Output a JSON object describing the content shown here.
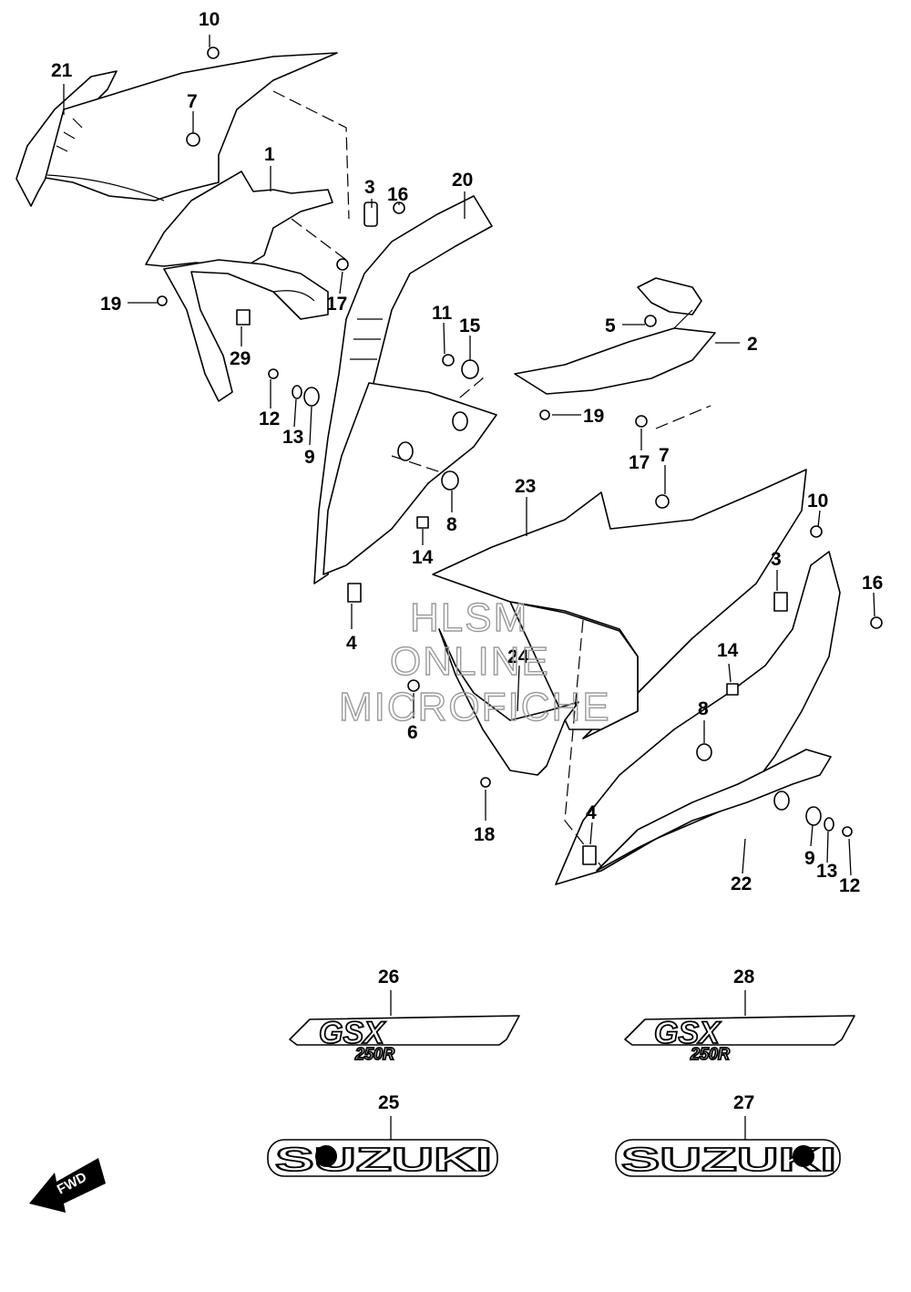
{
  "callouts": {
    "c21": "21",
    "c10a": "10",
    "c7a": "7",
    "c1": "1",
    "c3a": "3",
    "c16a": "16",
    "c20": "20",
    "c19a": "19",
    "c17a": "17",
    "c29": "29",
    "c12a": "12",
    "c13a": "13",
    "c9a": "9",
    "c11": "11",
    "c15": "15",
    "c5": "5",
    "c2": "2",
    "c19b": "19",
    "c17b": "17",
    "c7b": "7",
    "c23": "23",
    "c8a": "8",
    "c14a": "14",
    "c4a": "4",
    "c10b": "10",
    "c3b": "3",
    "c16b": "16",
    "c24": "24",
    "c6": "6",
    "c14b": "14",
    "c8b": "8",
    "c18": "18",
    "c4b": "4",
    "c9b": "9",
    "c13b": "13",
    "c12b": "12",
    "c22": "22",
    "c26": "26",
    "c28": "28",
    "c25": "25",
    "c27": "27"
  },
  "watermark": {
    "line1": "HLSM",
    "line2": "ONLINE",
    "line3": "MICROFICHE"
  },
  "emblems": {
    "gsx": "GSX",
    "model": "250R",
    "brand": "SUZUKI"
  },
  "fwd_label": "FWD"
}
